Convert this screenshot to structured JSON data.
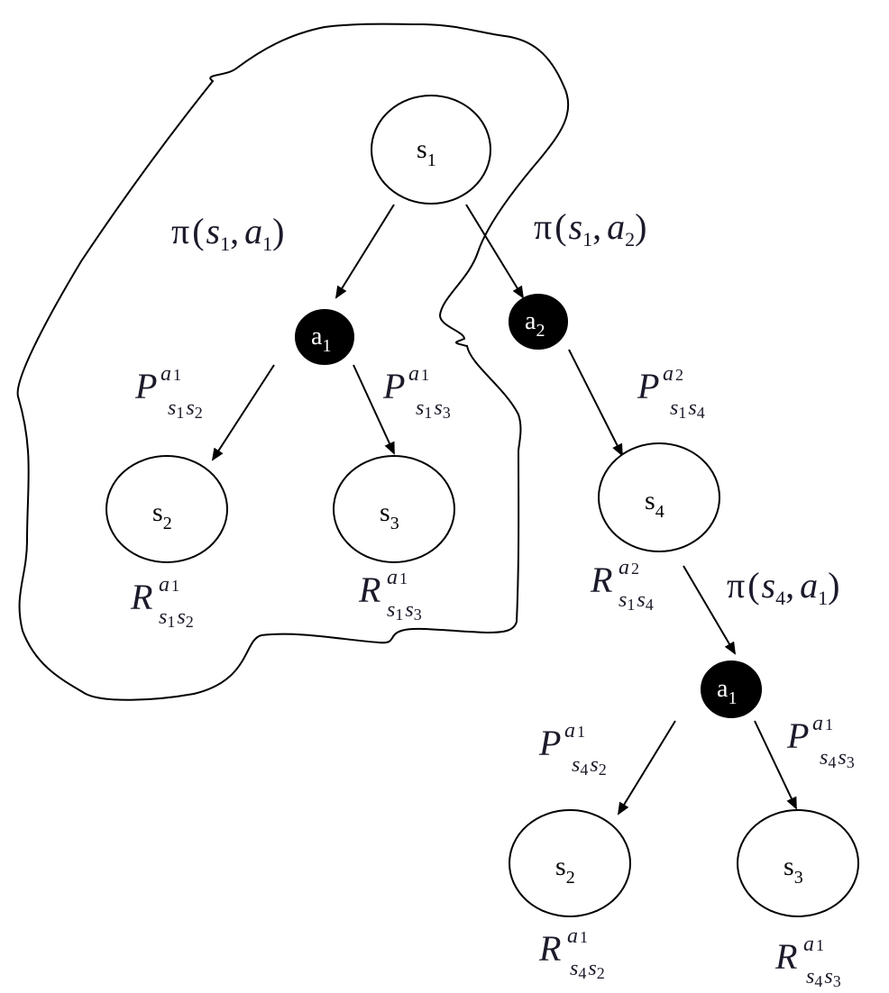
{
  "nodes": {
    "s1_root": {
      "base": "s",
      "index": "1"
    },
    "a1_top": {
      "base": "a",
      "index": "1"
    },
    "a2_top": {
      "base": "a",
      "index": "2"
    },
    "s2_left": {
      "base": "s",
      "index": "2"
    },
    "s3_left": {
      "base": "s",
      "index": "3"
    },
    "s4": {
      "base": "s",
      "index": "4"
    },
    "a1_bottom": {
      "base": "a",
      "index": "1"
    },
    "s2_bottom": {
      "base": "s",
      "index": "2"
    },
    "s3_bottom": {
      "base": "s",
      "index": "3"
    }
  },
  "policy_labels": {
    "pi_s1_a1": {
      "pi": "π",
      "open": "(",
      "s": "s",
      "s_idx": "1",
      "comma": ",",
      "a": "a",
      "a_idx": "1",
      "close": ")"
    },
    "pi_s1_a2": {
      "pi": "π",
      "open": "(",
      "s": "s",
      "s_idx": "1",
      "comma": ",",
      "a": "a",
      "a_idx": "2",
      "close": ")"
    },
    "pi_s4_a1": {
      "pi": "π",
      "open": "(",
      "s": "s",
      "s_idx": "4",
      "comma": ",",
      "a": "a",
      "a_idx": "1",
      "close": ")"
    }
  },
  "transition_labels": {
    "P_s1s2_a1": {
      "sym": "P",
      "a": "a",
      "a_idx": "1",
      "s_from": "s",
      "from_idx": "1",
      "s_to": "s",
      "to_idx": "2"
    },
    "P_s1s3_a1": {
      "sym": "P",
      "a": "a",
      "a_idx": "1",
      "s_from": "s",
      "from_idx": "1",
      "s_to": "s",
      "to_idx": "3"
    },
    "P_s1s4_a2": {
      "sym": "P",
      "a": "a",
      "a_idx": "2",
      "s_from": "s",
      "from_idx": "1",
      "s_to": "s",
      "to_idx": "4"
    },
    "P_s4s2_a1": {
      "sym": "P",
      "a": "a",
      "a_idx": "1",
      "s_from": "s",
      "from_idx": "4",
      "s_to": "s",
      "to_idx": "2"
    },
    "P_s4s3_a1": {
      "sym": "P",
      "a": "a",
      "a_idx": "1",
      "s_from": "s",
      "from_idx": "4",
      "s_to": "s",
      "to_idx": "3"
    }
  },
  "reward_labels": {
    "R_s1s2_a1": {
      "sym": "R",
      "a": "a",
      "a_idx": "1",
      "s_from": "s",
      "from_idx": "1",
      "s_to": "s",
      "to_idx": "2"
    },
    "R_s1s3_a1": {
      "sym": "R",
      "a": "a",
      "a_idx": "1",
      "s_from": "s",
      "from_idx": "1",
      "s_to": "s",
      "to_idx": "3"
    },
    "R_s1s4_a2": {
      "sym": "R",
      "a": "a",
      "a_idx": "2",
      "s_from": "s",
      "from_idx": "1",
      "s_to": "s",
      "to_idx": "4"
    },
    "R_s4s2_a1": {
      "sym": "R",
      "a": "a",
      "a_idx": "1",
      "s_from": "s",
      "from_idx": "4",
      "s_to": "s",
      "to_idx": "2"
    },
    "R_s4s3_a1": {
      "sym": "R",
      "a": "a",
      "a_idx": "1",
      "s_from": "s",
      "from_idx": "4",
      "s_to": "s",
      "to_idx": "3"
    }
  }
}
